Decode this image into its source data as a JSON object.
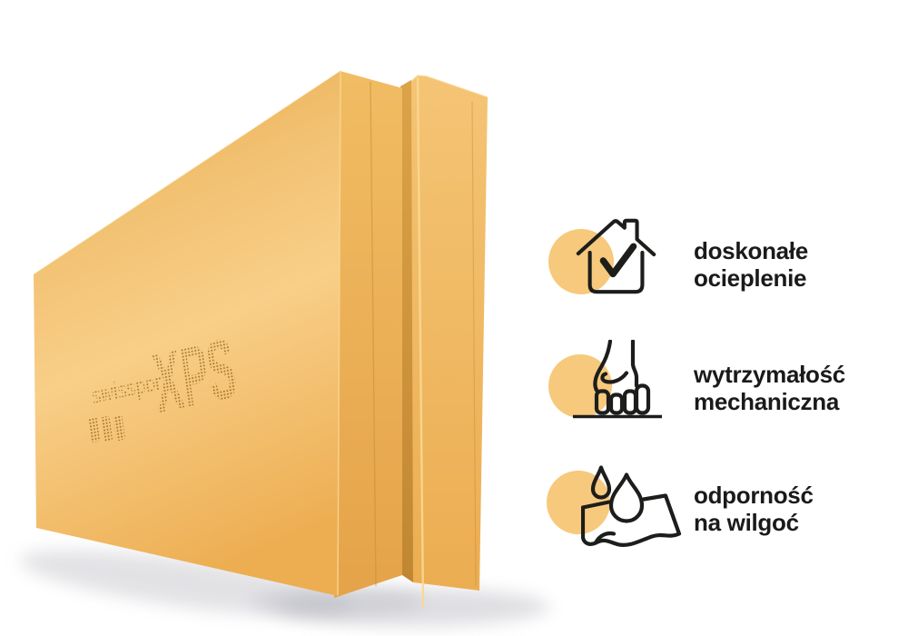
{
  "product": {
    "brand": "swisspor",
    "line": "XPS"
  },
  "features": [
    {
      "icon": "house-check-icon",
      "label_lines": [
        "doskonałe",
        "ocieplenie"
      ]
    },
    {
      "icon": "hand-press-icon",
      "label_lines": [
        "wytrzymałość",
        "mechaniczna"
      ]
    },
    {
      "icon": "water-drops-icon",
      "label_lines": [
        "odporność",
        "na wilgoć"
      ]
    }
  ],
  "colors": {
    "bg": "#ffffff",
    "accent": "#F7C97C",
    "text": "#1a1a1a",
    "icon-stroke": "#1d1d1b",
    "emboss-dot": "#8d6218",
    "board-top": "#E6AA4D",
    "board-mid": "#F2C273",
    "board-light": "#F8CE88",
    "board-bottom": "#EDAE52",
    "side-top": "#F1BC63",
    "side-bottom": "#E5A349",
    "b2-top": "#F4C475",
    "b2-bottom": "#ECAD51",
    "valley-top": "#DCA348",
    "valley-bottom": "#C18631",
    "edge-highlight": "#FBD891",
    "shadow": "#b7b8c0"
  }
}
